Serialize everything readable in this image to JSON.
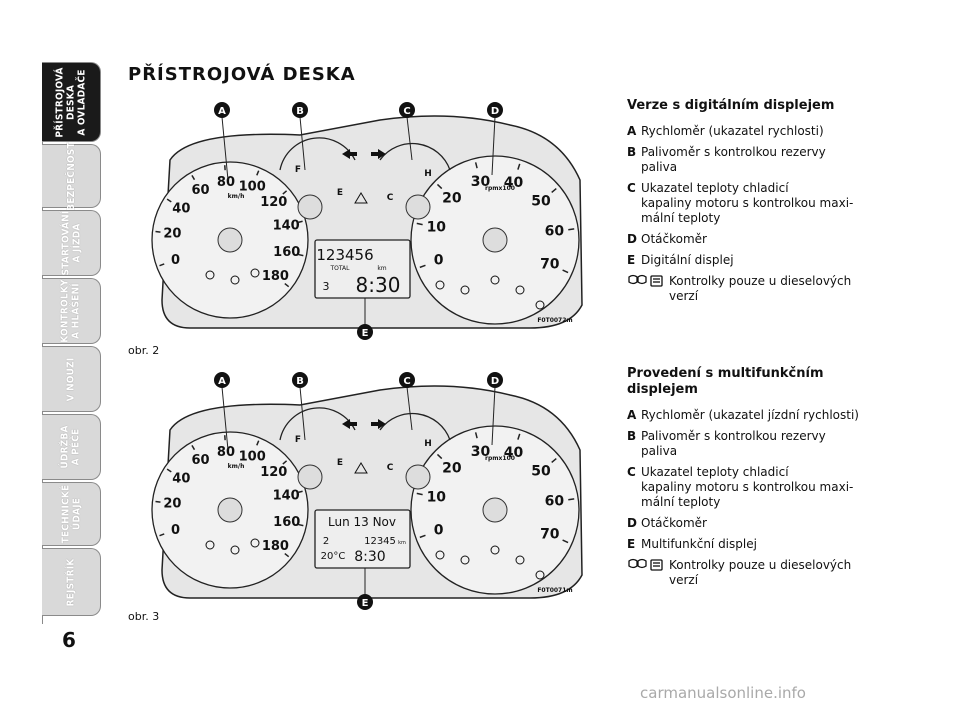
{
  "sidebar": {
    "tabs": [
      {
        "label": "PŘÍSTROJOVÁ\nDESKA\nA OVLADAČE",
        "active": true
      },
      {
        "label": "BEZPEČNOST",
        "active": false
      },
      {
        "label": "STARTOVÁNÍ\nA JÍZDA",
        "active": false
      },
      {
        "label": "KONTROLKY\nA HLÁŠENÍ",
        "active": false
      },
      {
        "label": "V NOUZI",
        "active": false
      },
      {
        "label": "ÚDRŽBA\nA PÉČE",
        "active": false
      },
      {
        "label": "TECHNICKÉ\nÚDAJE",
        "active": false
      },
      {
        "label": "REJSTŘÍK",
        "active": false
      }
    ]
  },
  "page_number": "6",
  "title": "PŘÍSTROJOVÁ DESKA",
  "figures": {
    "fig2": {
      "caption": "obr. 2",
      "code": "F0T0072m",
      "display_top": "123456",
      "display_total": "TOTAL",
      "display_km": "km",
      "display_left": "3",
      "display_time": "8:30"
    },
    "fig3": {
      "caption": "obr. 3",
      "code": "F0T0071m",
      "display_date": "Lun 13 Nov",
      "display_mid_left": "2",
      "display_odo": "12345",
      "display_km": "km",
      "display_temp": "20°C",
      "display_time": "8:30"
    },
    "callouts": [
      "A",
      "B",
      "C",
      "D",
      "E"
    ],
    "speedo": [
      "0",
      "20",
      "40",
      "60",
      "80",
      "100",
      "120",
      "140",
      "160",
      "180"
    ],
    "speed_unit": "km/h",
    "tacho": [
      "0",
      "10",
      "20",
      "30",
      "40",
      "50",
      "60",
      "70"
    ],
    "tacho_unit": "rpmx100",
    "fuel_labels": [
      "F",
      "E"
    ],
    "temp_labels": [
      "C",
      "H"
    ]
  },
  "section1": {
    "heading": "Verze s digitálním displejem",
    "items": [
      {
        "letter": "A",
        "text": "Rychloměr (ukazatel rychlosti)"
      },
      {
        "letter": "B",
        "text": "Palivoměr s kontrolkou rezervy\npaliva"
      },
      {
        "letter": "C",
        "text": "Ukazatel teploty chladicí\nkapaliny motoru s kontrolkou maxi-\nmální teploty"
      },
      {
        "letter": "D",
        "text": "Otáčkoměr"
      },
      {
        "letter": "E",
        "text": "Digitální displej"
      }
    ],
    "note": "Kontrolky pouze u dieselových\nverzí"
  },
  "section2": {
    "heading": "Provedení s multifunkčním\ndisplejem",
    "items": [
      {
        "letter": "A",
        "text": "Rychloměr (ukazatel jízdní rychlosti)"
      },
      {
        "letter": "B",
        "text": "Palivoměr s kontrolkou rezervy\npaliva"
      },
      {
        "letter": "C",
        "text": "Ukazatel teploty chladicí\nkapaliny motoru s kontrolkou maxi-\nmální teploty"
      },
      {
        "letter": "D",
        "text": "Otáčkoměr"
      },
      {
        "letter": "E",
        "text": "Multifunkční displej"
      }
    ],
    "note": "Kontrolky pouze u dieselových\nverzí"
  },
  "watermark": "carmanualsonline.info"
}
